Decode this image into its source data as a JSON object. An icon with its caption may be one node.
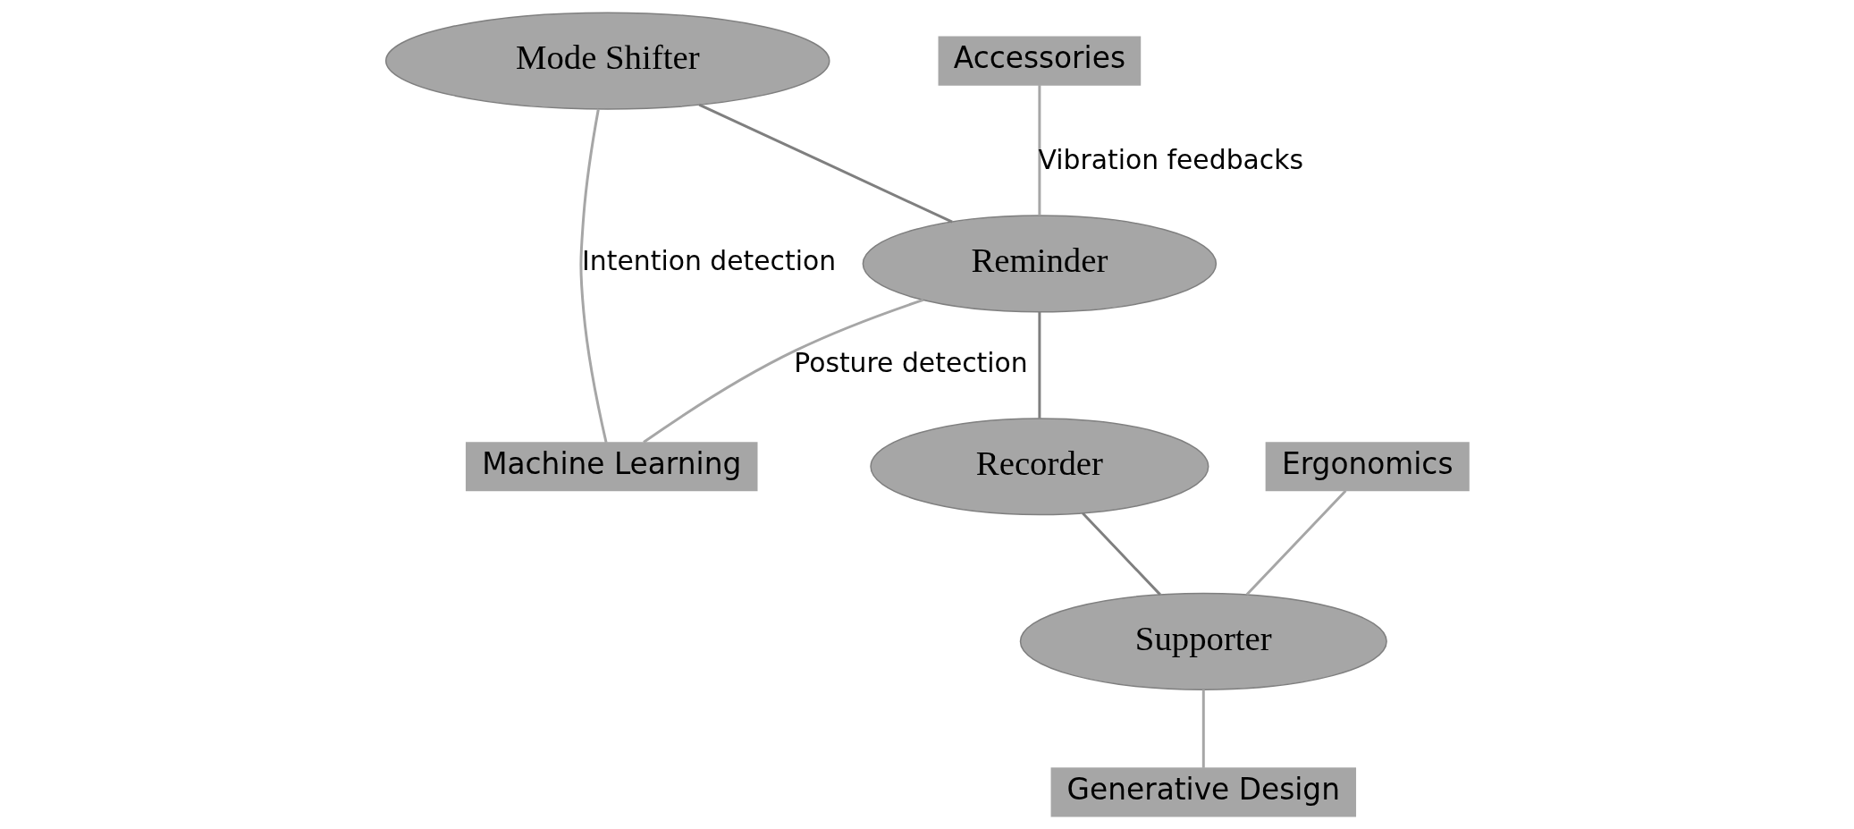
{
  "diagram": {
    "nodes": [
      {
        "text": [
          "Mode Shifter"
        ]
      },
      {
        "text": [
          "Reminder"
        ]
      },
      {
        "text": [
          "Recorder"
        ]
      },
      {
        "text": [
          "Supporter"
        ]
      },
      {
        "text": [
          "Accessories"
        ]
      },
      {
        "text": [
          "Machine Learning"
        ]
      },
      {
        "text": [
          "Ergonomics"
        ]
      },
      {
        "text": [
          "Generative Design"
        ]
      }
    ],
    "edges": [
      {
        "from": 0,
        "to": 1,
        "arrow": "none",
        "color": "#7f7f7f"
      },
      {
        "from": 1,
        "to": 2,
        "arrow": "none",
        "color": "#7f7f7f"
      },
      {
        "from": 2,
        "to": 3,
        "arrow": "none",
        "color": "#7f7f7f"
      },
      {
        "from": 4,
        "to": 1,
        "arrow": "none",
        "label": "Vibration feedbacks"
      },
      {
        "from": 0,
        "to": 5,
        "arrow": "none",
        "label": "Intention detection"
      },
      {
        "from": 1,
        "to": 5,
        "arrow": "none",
        "label": "Posture detection"
      },
      {
        "from": 6,
        "to": 3,
        "arrow": "none"
      },
      {
        "from": 3,
        "to": 7,
        "arrow": "none"
      }
    ]
  }
}
